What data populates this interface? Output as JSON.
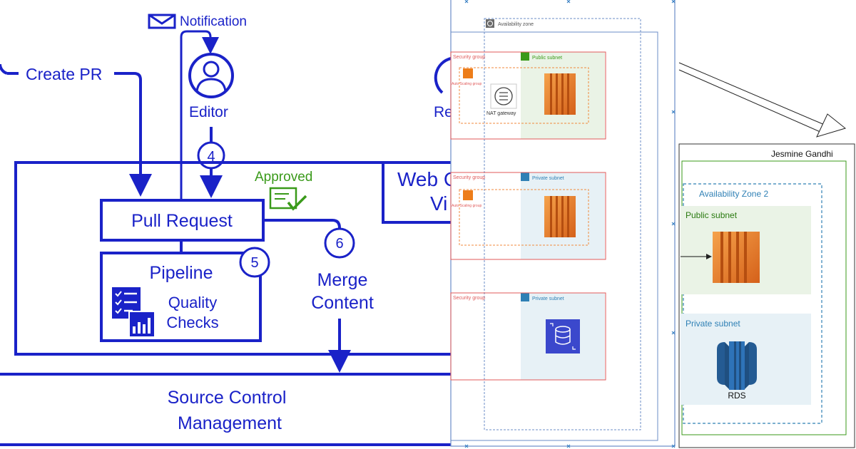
{
  "left": {
    "create_pr": "Create PR",
    "notification": "Notification",
    "editor": "Editor",
    "step4": "4",
    "approved": "Approved",
    "web_a": "Web C",
    "web_b": "Vi",
    "pull_request": "Pull Request",
    "step5": "5",
    "pipeline": "Pipeline",
    "quality_1": "Quality",
    "quality_2": "Checks",
    "step6": "6",
    "merge_1": "Merge",
    "merge_2": "Content",
    "scm_1": "Source Control",
    "scm_2": "Management",
    "re_partial": "Re",
    "colors": {
      "primary": "#1a22c8",
      "approved": "#3a9a1a"
    }
  },
  "middle": {
    "availability_zone": "Availability zone",
    "security_group": "Security group",
    "public_subnet": "Public subnet",
    "private_subnet": "Private subnet",
    "auto_scaling_group": "Auto Scaling group",
    "nat_gateway": "NAT gateway",
    "colors": {
      "security": "#e05a5a",
      "public_fill": "#eaf3e6",
      "public_stroke": "#3a9a1a",
      "private_fill": "#e7f1f6",
      "private_stroke": "#2f80b5",
      "ec2": "#ed7d1a",
      "rds_icon": "#3b48cc"
    }
  },
  "right": {
    "owner": "Jesmine Gandhi",
    "availability_zone_2": "Availability Zone 2",
    "public_subnet": "Public subnet",
    "private_subnet": "Private subnet",
    "rds": "RDS",
    "colors": {
      "rds": "#2e73b8"
    }
  }
}
